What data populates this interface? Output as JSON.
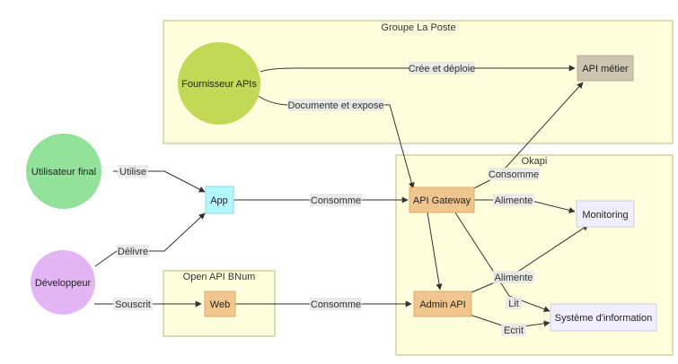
{
  "clusters": {
    "la_poste": "Groupe La Poste",
    "okapi": "Okapi",
    "open_api": "Open API BNum"
  },
  "nodes": {
    "fournisseur": "Fournisseur APIs",
    "api_metier": "API métier",
    "utilisateur": "Utilisateur final",
    "developpeur": "Développeur",
    "app": "App",
    "web": "Web",
    "api_gateway": "API Gateway",
    "admin_api": "Admin API",
    "monitoring": "Monitoring",
    "systeme": "Système d'information"
  },
  "edges": {
    "cree_deploie": "Crée et déploie",
    "documente_expose": "Documente et expose",
    "utilise": "Utilise",
    "delivre": "Délivre",
    "souscrit": "Souscrit",
    "consomme_app": "Consomme",
    "consomme_web": "Consomme",
    "consomme_metier": "Consomme",
    "alimente_gw": "Alimente",
    "alimente_admin": "Alimente",
    "lit": "Lit",
    "ecrit": "Ecrit"
  },
  "colors": {
    "cluster_fill": "#ffffde",
    "cluster_stroke": "#bbbb77",
    "fournisseur": "#c1d957",
    "utilisateur": "#93e29a",
    "developpeur": "#e3b5f5",
    "app": "#b3f7ff",
    "orange": "#f0c68e",
    "api_metier": "#cdc4b2",
    "lavender": "#f1efff"
  }
}
